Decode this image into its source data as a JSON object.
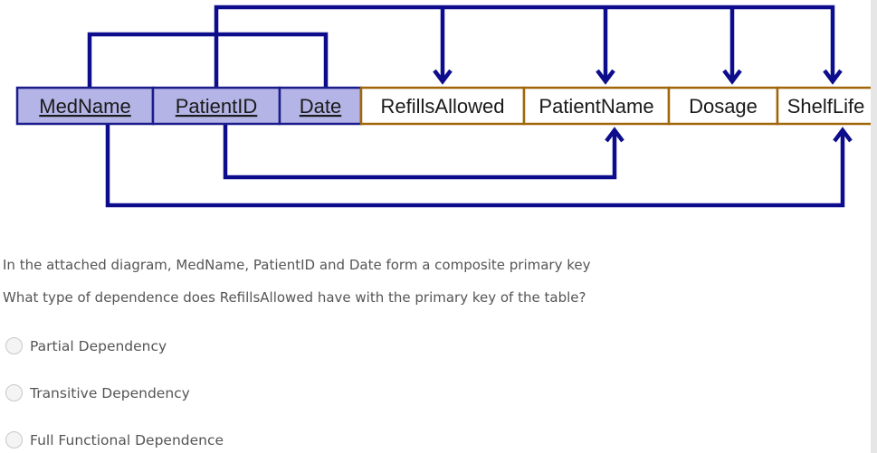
{
  "diagram": {
    "columns": [
      {
        "name": "MedName",
        "key": true
      },
      {
        "name": "PatientID",
        "key": true
      },
      {
        "name": "Date",
        "key": true
      },
      {
        "name": "RefillsAllowed",
        "key": false
      },
      {
        "name": "PatientName",
        "key": false
      },
      {
        "name": "Dosage",
        "key": false
      },
      {
        "name": "ShelfLife",
        "key": false
      }
    ],
    "colors": {
      "key_fill": "#b4b4e6",
      "key_border": "#1c1c8c",
      "attr_border": "#a0660a",
      "arrow": "#0c0c8c"
    }
  },
  "question": {
    "intro": "In the attached diagram, MedName, PatientID and Date form a composite primary key",
    "prompt": "What type of dependence does RefillsAllowed have with the primary key of the table?"
  },
  "options": [
    {
      "label": "Partial Dependency",
      "selected": false
    },
    {
      "label": "Transitive Dependency",
      "selected": false
    },
    {
      "label": "Full Functional Dependence",
      "selected": false
    }
  ]
}
